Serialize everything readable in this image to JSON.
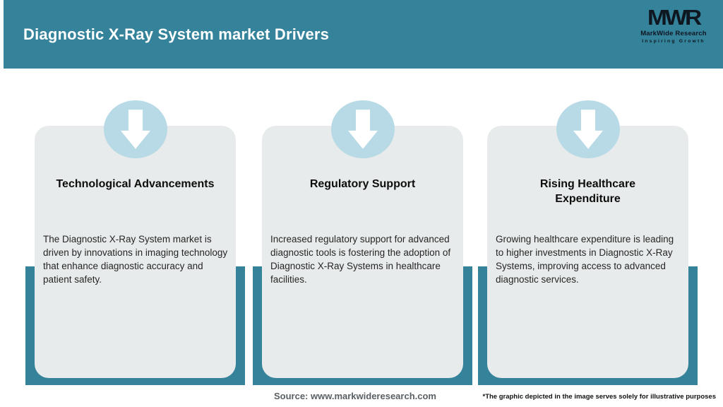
{
  "header": {
    "title": "Diagnostic X-Ray System market Drivers",
    "logo": {
      "monogram": "MWR",
      "name": "MarkWide Research",
      "tagline": "Inspiring Growth"
    }
  },
  "cards": [
    {
      "icon": "down-arrow-icon",
      "title": "Technological Advancements",
      "body": "The Diagnostic X-Ray System market is driven by innovations in imaging technology that enhance diagnostic accuracy and patient safety."
    },
    {
      "icon": "down-arrow-icon",
      "title": "Regulatory Support",
      "body": "Increased regulatory support for advanced diagnostic tools is fostering the adoption of Diagnostic X-Ray Systems in healthcare facilities."
    },
    {
      "icon": "down-arrow-icon",
      "title": "Rising Healthcare\nExpenditure",
      "body": "Growing healthcare expenditure is leading to higher investments in Diagnostic X-Ray Systems, improving access to advanced diagnostic services."
    }
  ],
  "footer": {
    "source": "Source: www.markwideresearch.com",
    "disclaimer": "*The graphic depicted in the image serves solely for illustrative purposes"
  },
  "colors": {
    "header_teal": "#35839b",
    "frame_teal": "#35839b",
    "card_bg": "#e8ebeb",
    "icon_circle_blue": "#b7dae6",
    "arrow_white": "#ffffff",
    "header_text": "#ffffff",
    "card_title_text": "#0d0d0d",
    "card_body_text": "#262626",
    "logo_text": "#0e1620",
    "source_text": "#5a5f63"
  }
}
